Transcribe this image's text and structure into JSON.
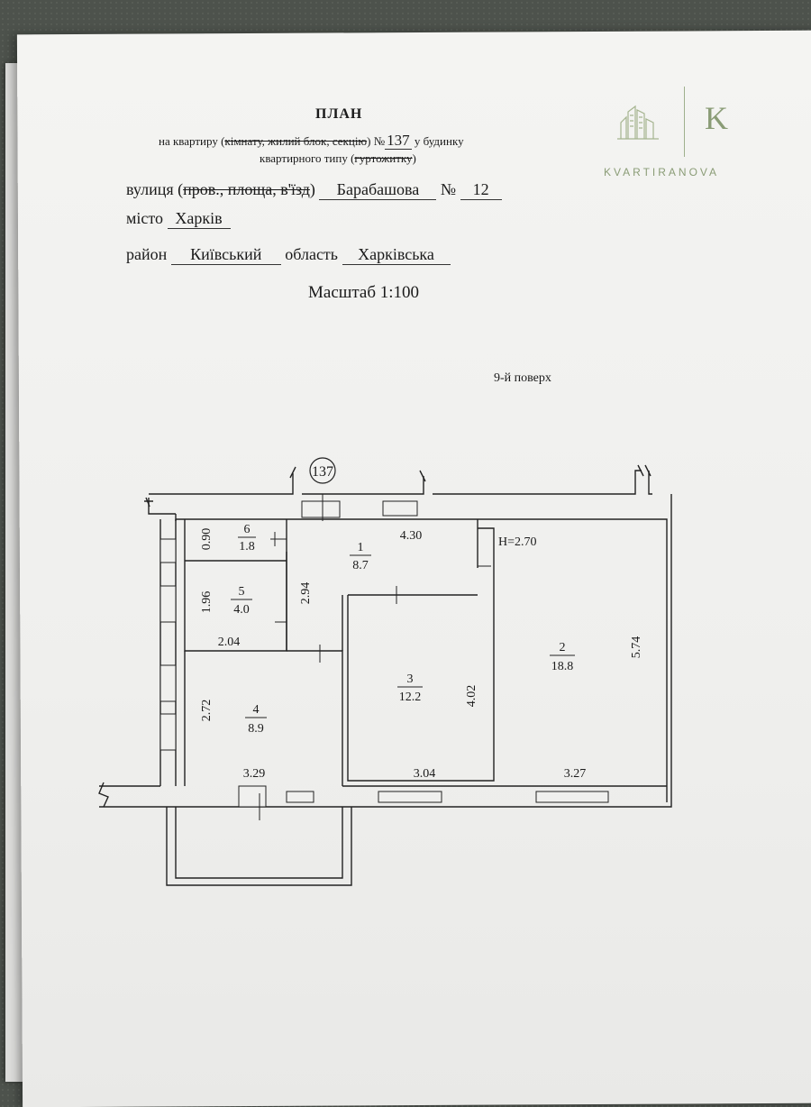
{
  "header": {
    "title": "ПЛАН",
    "line1_prefix": "на квартиру (",
    "line1_struck": "кімнату, жилий блок, секцію",
    "line1_mid": ") №",
    "apartment_number": "137",
    "line1_suffix": " у будинку",
    "line2_prefix": "квартирного типу (",
    "line2_struck": "гуртожитку",
    "line2_suffix": ")"
  },
  "address": {
    "street_prefix": "вулиця (",
    "street_struck": "пров., площа, в'їзд",
    "street_suffix": ")",
    "street_value": "Барабашова",
    "house_label": "№",
    "house_value": "12",
    "city_label": "місто",
    "city_value": "Харків",
    "district_label": "район",
    "district_value": "Київський",
    "region_label": "область",
    "region_value": "Харківська"
  },
  "scale": "Масштаб 1:100",
  "floor": "9-й поверх",
  "logo": {
    "brand": "KVARTIRANOVA",
    "letter": "K",
    "color": "#8a9c76"
  },
  "plan": {
    "apartment_marker": "137",
    "ceiling_height": "H=2.70",
    "rooms": [
      {
        "number": "1",
        "area": "8.7"
      },
      {
        "number": "2",
        "area": "18.8"
      },
      {
        "number": "3",
        "area": "12.2"
      },
      {
        "number": "4",
        "area": "8.9"
      },
      {
        "number": "5",
        "area": "4.0"
      },
      {
        "number": "6",
        "area": "1.8"
      }
    ],
    "dimensions": {
      "room1_width": "4.30",
      "room1_height": "2.94",
      "room2_height": "5.74",
      "room2_width": "3.27",
      "room3_height": "4.02",
      "room3_width": "3.04",
      "room4_height": "2.72",
      "room4_width": "3.29",
      "room5_height": "1.96",
      "room5_width": "2.04",
      "room6_height": "0.90"
    }
  }
}
